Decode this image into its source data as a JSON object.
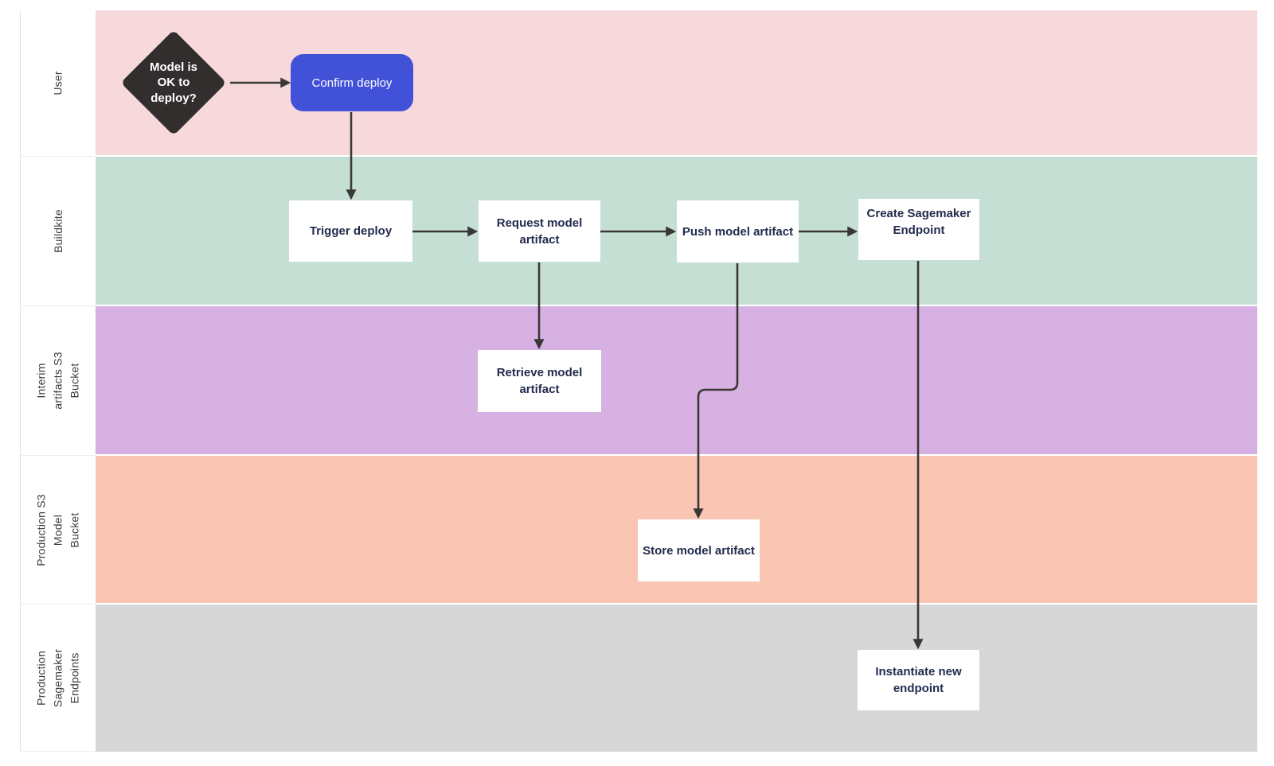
{
  "colors": {
    "page_background": "#ffffff",
    "white_box_fill": "#ffffff",
    "box_text": "#242b4d",
    "lane_label_text": "#3d3d3d",
    "connector": "#3a3837"
  },
  "lanes": [
    {
      "id": "user",
      "label": "User",
      "color": "#f8d9db"
    },
    {
      "id": "buildkite",
      "label": "Buildkite",
      "color": "#c6dfd4"
    },
    {
      "id": "interim-artifacts-s3-bucket",
      "label": "Interim artifacts S3\nBucket",
      "color": "#d7b1e2"
    },
    {
      "id": "production-s3-model-bucket",
      "label": "Production S3 Model\nBucket",
      "color": "#fac5b3"
    },
    {
      "id": "production-sagemaker-endpoints",
      "label": "Production Sagemaker\nEndpoints",
      "color": "#d8d7d8"
    }
  ],
  "nodes": {
    "decision": {
      "label": "Model is\nOK to\ndeploy?",
      "shape": "diamond",
      "fill": "#332e2e",
      "text_color": "#ffffff",
      "lane": "user"
    },
    "confirm": {
      "label": "Confirm deploy",
      "shape": "rounded-rect",
      "fill": "#4152d9",
      "text_color": "#ffffff",
      "lane": "user"
    },
    "trigger": {
      "label": "Trigger deploy",
      "shape": "rect",
      "lane": "buildkite"
    },
    "request": {
      "label": "Request model\nartifact",
      "shape": "rect",
      "lane": "buildkite"
    },
    "push": {
      "label": "Push model artifact",
      "shape": "rect",
      "lane": "buildkite"
    },
    "create": {
      "label": "Create Sagemaker\nEndpoint",
      "shape": "rect",
      "lane": "buildkite"
    },
    "retrieve": {
      "label": "Retrieve model\nartifact",
      "shape": "rect",
      "lane": "interim-artifacts-s3-bucket"
    },
    "store": {
      "label": "Store model artifact",
      "shape": "rect",
      "lane": "production-s3-model-bucket"
    },
    "instantiate": {
      "label": "Instantiate new\nendpoint",
      "shape": "rect",
      "lane": "production-sagemaker-endpoints"
    }
  },
  "connectors": {
    "color": "#3a3837",
    "edges": [
      {
        "from": "decision",
        "to": "confirm"
      },
      {
        "from": "confirm",
        "to": "trigger"
      },
      {
        "from": "trigger",
        "to": "request"
      },
      {
        "from": "request",
        "to": "push"
      },
      {
        "from": "push",
        "to": "create"
      },
      {
        "from": "request",
        "to": "retrieve"
      },
      {
        "from": "push",
        "to": "store"
      },
      {
        "from": "create",
        "to": "instantiate"
      }
    ]
  }
}
